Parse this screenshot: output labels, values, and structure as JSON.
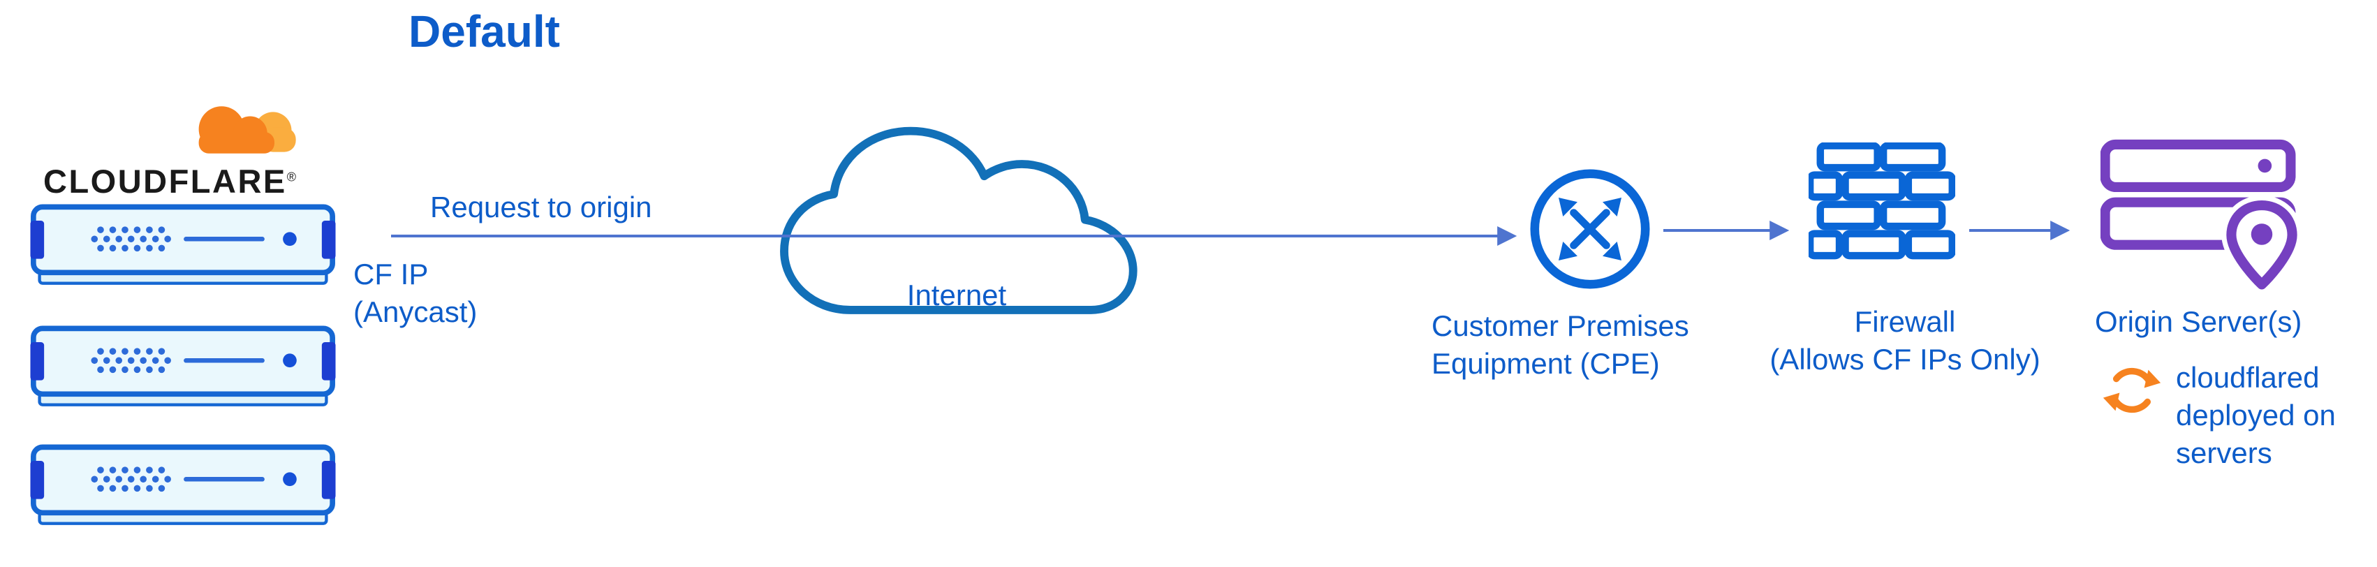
{
  "title": "Default",
  "logo": {
    "text": "CLOUDFLARE",
    "registered": "®"
  },
  "labels": {
    "request": "Request to origin",
    "cf_ip": "CF IP\n(Anycast)",
    "internet": "Internet",
    "cpe": "Customer Premises\nEquipment (CPE)",
    "firewall": "Firewall\n(Allows CF IPs Only)",
    "origin": "Origin Server(s)",
    "cloudflared": "cloudflared\ndeployed on\nservers"
  },
  "colors": {
    "heading_blue": "#0d5cc9",
    "label_blue": "#0d5cc9",
    "arrow_blue": "#4f74cf",
    "icon_blue": "#0a66d6",
    "cloud_outline_blue": "#1270b8",
    "cloudflare_orange": "#f6821f",
    "cloudflare_orange_light": "#faad3f",
    "origin_purple": "#7540c0",
    "server_border_blue": "#1567d3",
    "server_fill_light": "#eaf8fd",
    "server_accent_navy": "#1d3ed1",
    "logo_text_black": "#1a1a1a"
  },
  "icons": {
    "logo_cloud": "cloudflare-cloud-icon",
    "edge_server": "edge-server-icon",
    "internet_cloud": "internet-cloud-icon",
    "cpe_router": "cpe-router-icon",
    "firewall": "firewall-bricks-icon",
    "origin_servers": "origin-servers-icon",
    "location_pin": "location-pin-icon",
    "cloudflared_sync": "sync-arrows-icon"
  }
}
